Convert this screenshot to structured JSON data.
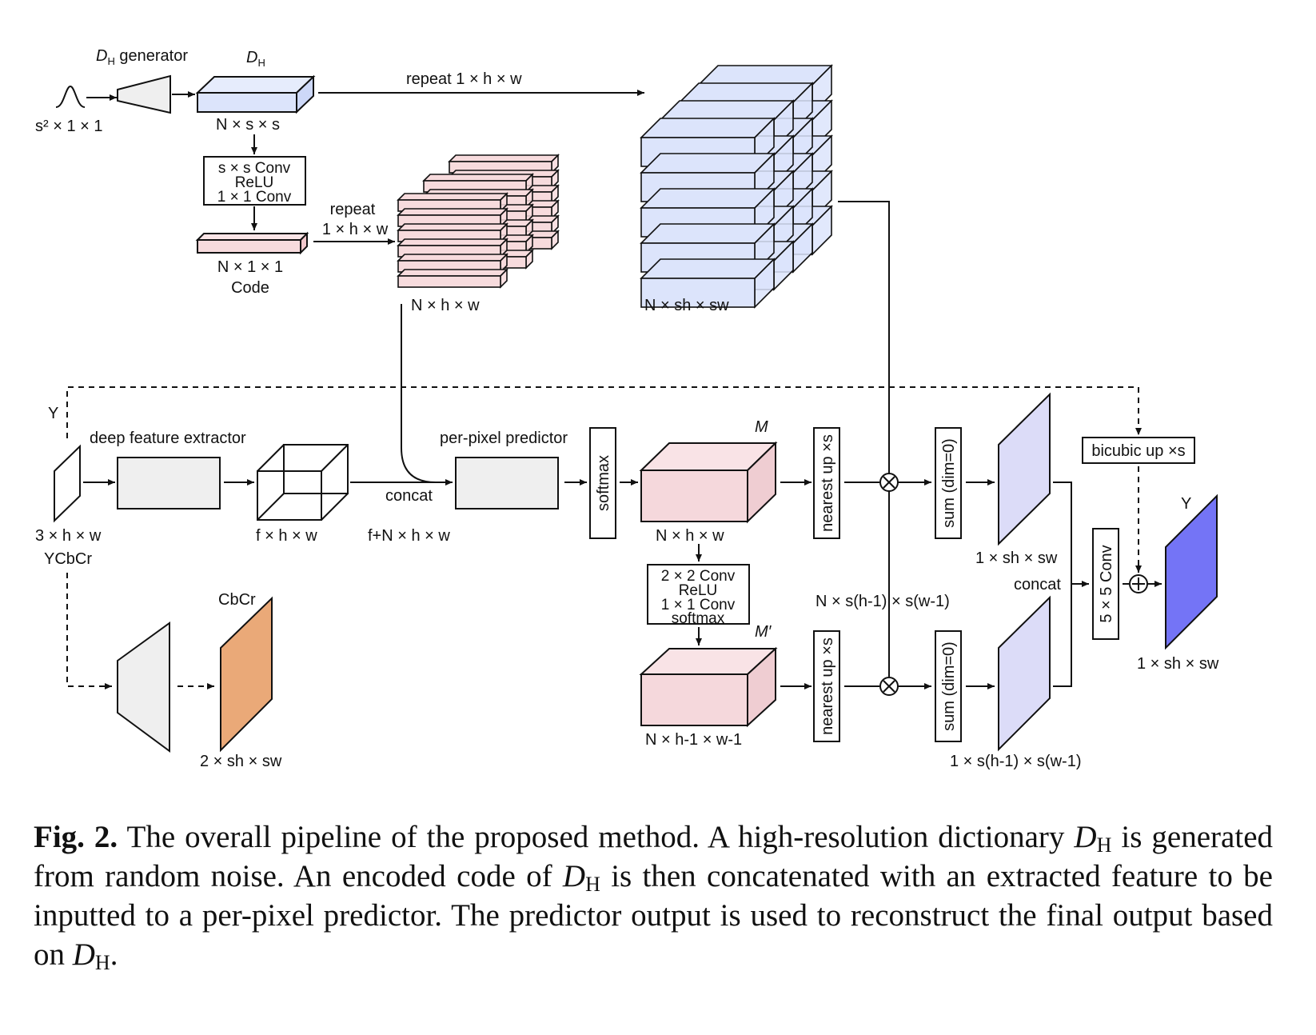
{
  "diagram": {
    "top": {
      "noise_dims": "s² × 1 × 1",
      "generator_label": "D",
      "generator_label_sub": "H",
      "generator_label_rest": " generator",
      "dict_label": "D",
      "dict_label_sub": "H",
      "dict_dims": "N × s × s",
      "repeat_label": "repeat 1 × h × w",
      "encoder_lines": [
        "s × s Conv",
        "ReLU",
        "1 × 1 Conv"
      ],
      "code_dims": "N × 1 × 1",
      "code_label": "Code",
      "repeat2_line1": "repeat",
      "repeat2_line2": "1 × h × w",
      "code_stack_dims": "N × h × w",
      "dict_stack_dims": "N × sh × sw"
    },
    "bottom": {
      "y_label": "Y",
      "input_dims": "3 × h × w",
      "input_space": "YCbCr",
      "extractor_label": "deep feature extractor",
      "feature_dims": "f × h × w",
      "concat_label": "concat",
      "concat_dims": "f+N × h × w",
      "predictor_label": "per-pixel predictor",
      "softmax_label": "softmax",
      "m_label": "M",
      "m_dims": "N × h × w",
      "m2_block_lines": [
        "2 × 2 Conv",
        "ReLU",
        "1 × 1 Conv",
        "softmax"
      ],
      "m_prime_label": "M′",
      "m_prime_dims": "N × h-1 × w-1",
      "nearest_up_label": "nearest up ×s",
      "times_symbol": "×",
      "sum_label": "sum (dim=0)",
      "shifted_dims": "N × s(h-1) × s(w-1)",
      "out1_dims": "1 × sh × sw",
      "out2_dims": "1 × s(h-1) × s(w-1)",
      "concat2_label": "concat",
      "conv5_label": "5 × 5 Conv",
      "bicubic_label": "bicubic up ×s",
      "plus_symbol": "+",
      "y_out_label": "Y",
      "y_out_dims": "1 × sh × sw",
      "cbcr_label": "CbCr",
      "cbcr_dims": "2 × sh × sw"
    },
    "colors": {
      "dict_blue": "#dce4fb",
      "code_pink": "#f7dbdd",
      "m_pink": "#f5d8dc",
      "lavender": "#dcdcf8",
      "output_blue": "#7474f6",
      "cbcr_orange": "#eaa978",
      "gray_block": "#efefef"
    }
  },
  "caption": {
    "fig_label": "Fig. 2.",
    "part1": " The overall pipeline of the proposed method. A high-resolution dictionary ",
    "part2": " is generated from random noise. An encoded code of ",
    "part3": " is then concatenated with an extracted feature to be inputted to a per-pixel predictor. The predictor output is used to reconstruct the final output based on ",
    "part4": ".",
    "math_d": "D",
    "math_sub": "H"
  }
}
